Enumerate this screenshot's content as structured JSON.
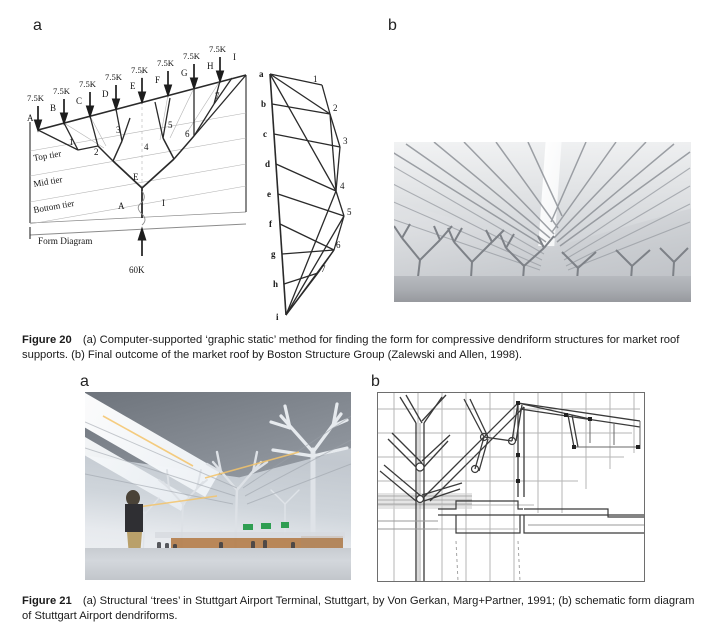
{
  "document": {
    "figures": [
      {
        "id": "figure-20",
        "panels": [
          {
            "letter": "a",
            "type": "diagram"
          },
          {
            "letter": "b",
            "type": "photograph"
          }
        ],
        "caption_label": "Figure 20",
        "caption_text": "(a) Computer-supported ‘graphic static’ method for finding the form for compressive dendriform structures for market roof supports. (b) Final outcome of the market roof by Boston Structure Group (Zalewski and Allen, 1998).",
        "panel_a": {
          "form_diagram": {
            "title": "Form Diagram",
            "tiers": [
              "Top tier",
              "Mid tier",
              "Bottom tier"
            ],
            "load_value": "7.5K",
            "load_count": 8,
            "load_labels": [
              "A",
              "B",
              "C",
              "D",
              "E",
              "F",
              "G",
              "H",
              "I"
            ],
            "node_labels": [
              "1",
              "2",
              "3",
              "4",
              "5",
              "6",
              "7"
            ],
            "interior_labels": [
              "E",
              "A",
              "I"
            ],
            "reaction_label": "60K"
          },
          "force_diagram": {
            "load_line_labels": [
              "a",
              "b",
              "c",
              "d",
              "e",
              "f",
              "g",
              "h",
              "i"
            ],
            "ray_labels": [
              "1",
              "2",
              "3",
              "4",
              "5",
              "6",
              "7"
            ]
          }
        },
        "panel_b": {
          "alt": "Photograph of a physical study model of the market roof: slender tree-like branching columns supporting a folded translucent roof plane."
        }
      },
      {
        "id": "figure-21",
        "panels": [
          {
            "letter": "a",
            "type": "photograph"
          },
          {
            "letter": "b",
            "type": "schematic"
          }
        ],
        "caption_label": "Figure 21",
        "caption_text": "(a) Structural ‘trees’ in Stuttgart Airport Terminal, Stuttgart, by Von Gerkan, Marg+Partner, 1991; (b) schematic form diagram of Stuttgart Airport dendriforms.",
        "panel_a": {
          "alt": "Interior photograph of Stuttgart Airport Terminal departure hall with white branching dendriform steel columns supporting the roof, travellers and check-in desks below."
        },
        "panel_b": {
          "alt": "Line drawing section through a Stuttgart Airport dendriform column showing branching members, roof grid and floor slab."
        }
      }
    ],
    "colors": {
      "page_background": "#ffffff",
      "text": "#1b1b1b",
      "diagram_stroke": "#2a2a2a",
      "diagram_faint": "#b4b4b4"
    }
  }
}
